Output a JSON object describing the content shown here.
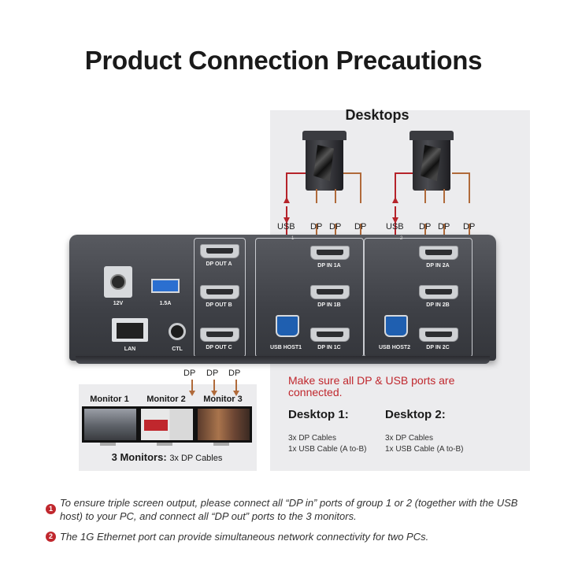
{
  "title": "Product Connection Precautions",
  "desktops_label": "Desktops",
  "device": {
    "power_label": "12V",
    "usb_power_label": "1.5A",
    "lan_label": "LAN",
    "ctl_label": "CTL",
    "dp_out_a": "DP OUT A",
    "dp_out_b": "DP OUT B",
    "dp_out_c": "DP OUT C",
    "group1_label": "1",
    "group2_label": "2",
    "dp_in_1a": "DP IN 1A",
    "dp_in_1b": "DP IN 1B",
    "dp_in_1c": "DP IN 1C",
    "usb_host1": "USB HOST1",
    "dp_in_2a": "DP IN 2A",
    "dp_in_2b": "DP IN 2B",
    "dp_in_2c": "DP IN 2C",
    "usb_host2": "USB HOST2"
  },
  "connectors": {
    "usb": "USB",
    "dp": "DP"
  },
  "monitors": {
    "labels": [
      "Monitor 1",
      "Monitor 2",
      "Monitor 3"
    ],
    "caption_bold": "3 Monitors:",
    "caption_rest": "3x DP Cables"
  },
  "warning": "Make sure all DP & USB ports are connected.",
  "desktop1": {
    "title": "Desktop 1:",
    "line1": "3x DP Cables",
    "line2": "1x USB Cable (A to-B)"
  },
  "desktop2": {
    "title": "Desktop 2:",
    "line1": "3x DP Cables",
    "line2": "1x USB Cable (A to-B)"
  },
  "notes": [
    {
      "num": "1",
      "text": "To ensure triple screen output, please connect all “DP in” ports of group 1 or 2 (together with the USB host) to your PC, and connect all “DP out” ports to the 3 monitors."
    },
    {
      "num": "2",
      "text": "The 1G Ethernet port can provide simultaneous network connectivity for two PCs."
    }
  ],
  "colors": {
    "accent_red": "#c0272d",
    "usb_line": "#b5232a",
    "dp_line": "#b06a3a",
    "panel_bg": "#ececee"
  }
}
